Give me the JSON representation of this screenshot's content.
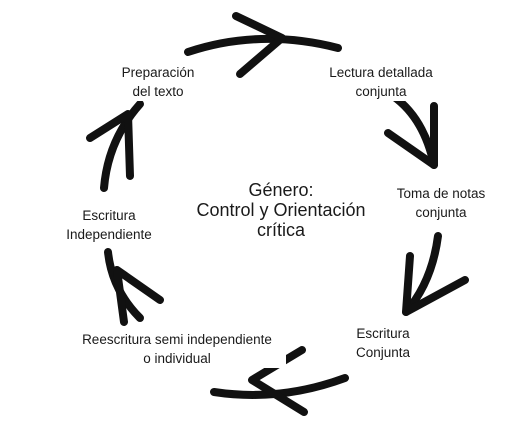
{
  "center": {
    "lines": [
      "Género:",
      "Control y Orientación",
      "crítica"
    ]
  },
  "stages": [
    {
      "lines": [
        "Lectura detallada",
        "conjunta"
      ]
    },
    {
      "lines": [
        "Toma de notas",
        "conjunta"
      ]
    },
    {
      "lines": [
        "Escritura",
        "Conjunta"
      ]
    },
    {
      "lines": [
        "Reescritura semi independiente",
        "o individual"
      ]
    },
    {
      "lines": [
        "Escritura",
        "Independiente"
      ]
    },
    {
      "lines": [
        "Preparación",
        "del texto"
      ]
    }
  ],
  "style": {
    "stroke_color": "#111111"
  }
}
